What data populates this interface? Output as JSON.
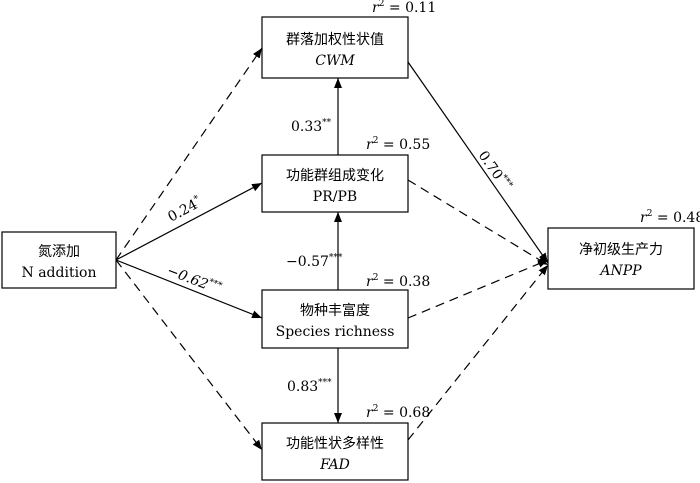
{
  "nodes": {
    "cwm": {
      "zh": "群落加权性状值",
      "en": "CWM",
      "r2": "0.11"
    },
    "prpb": {
      "zh": "功能群组成变化",
      "en": "PR/PB",
      "r2": "0.55"
    },
    "species": {
      "zh": "物种丰富度",
      "en": "Species richness",
      "r2": "0.38"
    },
    "fad": {
      "zh": "功能性状多样性",
      "en": "FAD",
      "r2": "0.68"
    },
    "n": {
      "zh": "氮添加",
      "en": "N addition"
    },
    "anpp": {
      "zh": "净初级生产力",
      "en": "ANPP",
      "r2": "0.48"
    }
  },
  "r2_prefix": "r",
  "r2_exp": "2",
  "r2_eq": " = ",
  "paths": {
    "prpb_cwm": {
      "coef": "0.33",
      "sig": "**"
    },
    "cwm_anpp": {
      "coef": "0.70",
      "sig": "***"
    },
    "n_prpb": {
      "coef": "0.24",
      "sig": "*"
    },
    "species_prpb": {
      "coef": "−0.57",
      "sig": "***"
    },
    "n_species": {
      "coef": "−0.62",
      "sig": "***"
    },
    "species_fad": {
      "coef": "0.83",
      "sig": "***"
    }
  }
}
